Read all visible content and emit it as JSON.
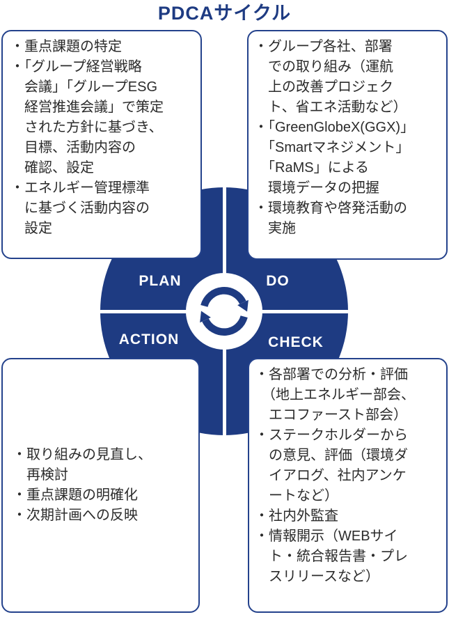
{
  "title": "PDCAサイクル",
  "colors": {
    "navy": "#1e3b82",
    "panel_border": "#24428c",
    "body_text": "#2b2b2b",
    "label_text": "#ffffff"
  },
  "cycle": {
    "plan_label": "PLAN",
    "do_label": "DO",
    "action_label": "ACTION",
    "check_label": "CHECK",
    "center_icon": "cycle-arrows-icon"
  },
  "boxes": {
    "plan": {
      "text": "・重点課題の特定\n・「グループ経営戦略\n　会議」「グループESG\n　経営推進会議」で策定\n　された方針に基づき、\n　目標、活動内容の\n　確認、設定\n・エネルギー管理標準\n　に基づく活動内容の\n　設定"
    },
    "do": {
      "text": "・グループ各社、部署\n　での取り組み（運航\n　上の改善プロジェク\n　ト、省エネ活動など）\n・「GreenGlobeX(GGX)」\n　「Smartマネジメント」\n　「RaMS」による\n　環境データの把握\n・環境教育や啓発活動の\n　実施"
    },
    "check": {
      "text": "・各部署での分析・評価\n　（地上エネルギー部会、\n　エコファースト部会）\n・ステークホルダーから\n　の意見、評価（環境ダ\n　イアログ、社内アンケ\n　ートなど）\n・社内外監査\n・情報開示（WEBサイ\n　ト・統合報告書・プレ\n　スリリースなど）"
    },
    "action": {
      "text": "・取り組みの見直し、\n　再検討\n・重点課題の明確化\n・次期計画への反映"
    }
  }
}
